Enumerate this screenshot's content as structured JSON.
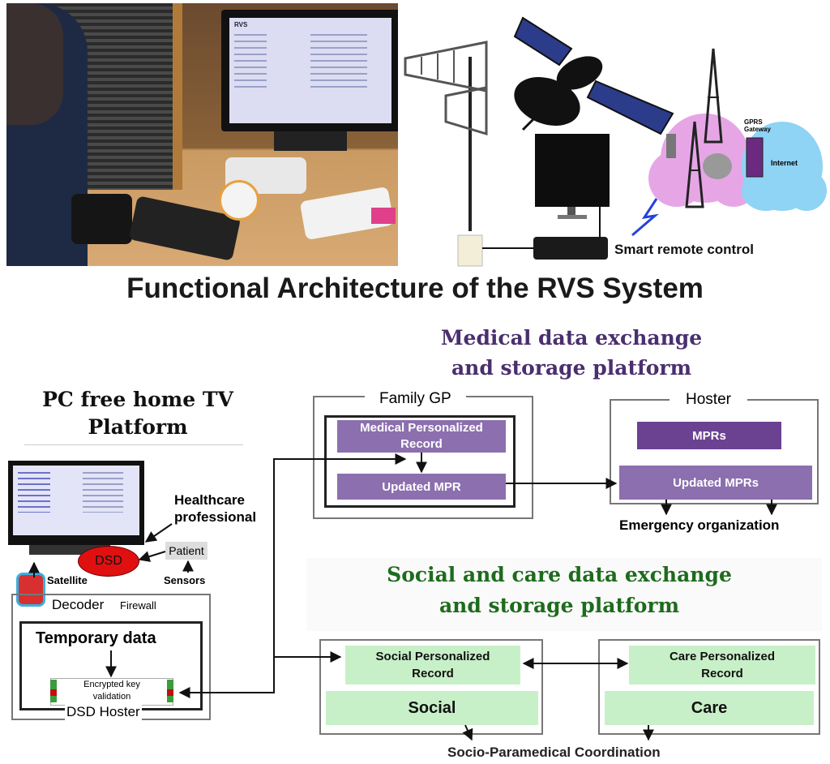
{
  "title": "Functional Architecture of the RVS System",
  "photo": {
    "tv_brand": "RVS"
  },
  "top_illustration": {
    "smart_remote_label": "Smart remote control",
    "gprs_label": "GPRS Gateway",
    "internet_label": "Internet"
  },
  "pc_platform": {
    "title_line1": "PC free home TV",
    "title_line2": "Platform",
    "healthcare_line1": "Healthcare",
    "healthcare_line2": "professional",
    "dsd": "DSD",
    "patient": "Patient",
    "satellite": "Satellite",
    "sensors": "Sensors",
    "decoder": "Decoder",
    "firewall": "Firewall",
    "temporary_data": "Temporary data",
    "encrypted_line1": "Encrypted key",
    "encrypted_line2": "validation",
    "dsd_hoster": "DSD Hoster"
  },
  "medical_platform": {
    "title_line1": "Medical data exchange",
    "title_line2": "and storage platform",
    "family_gp": "Family GP",
    "mpr_line1": "Medical Personalized",
    "mpr_line2": "Record",
    "updated_mpr": "Updated MPR",
    "hoster": "Hoster",
    "mprs": "MPRs",
    "updated_mprs": "Updated MPRs",
    "emergency": "Emergency organization"
  },
  "social_platform": {
    "title_line1": "Social and care data exchange",
    "title_line2": "and storage platform",
    "spr_line1": "Social Personalized",
    "spr_line2": "Record",
    "social": "Social",
    "cpr_line1": "Care Personalized",
    "cpr_line2": "Record",
    "care": "Care",
    "coordination": "Socio-Paramedical Coordination"
  },
  "colors": {
    "purple_box": "#8c6fae",
    "green_box": "#c8f0c8",
    "medical_heading": "#4a2f6e",
    "social_heading": "#1e6b1e",
    "dsd_red": "#e01010"
  }
}
